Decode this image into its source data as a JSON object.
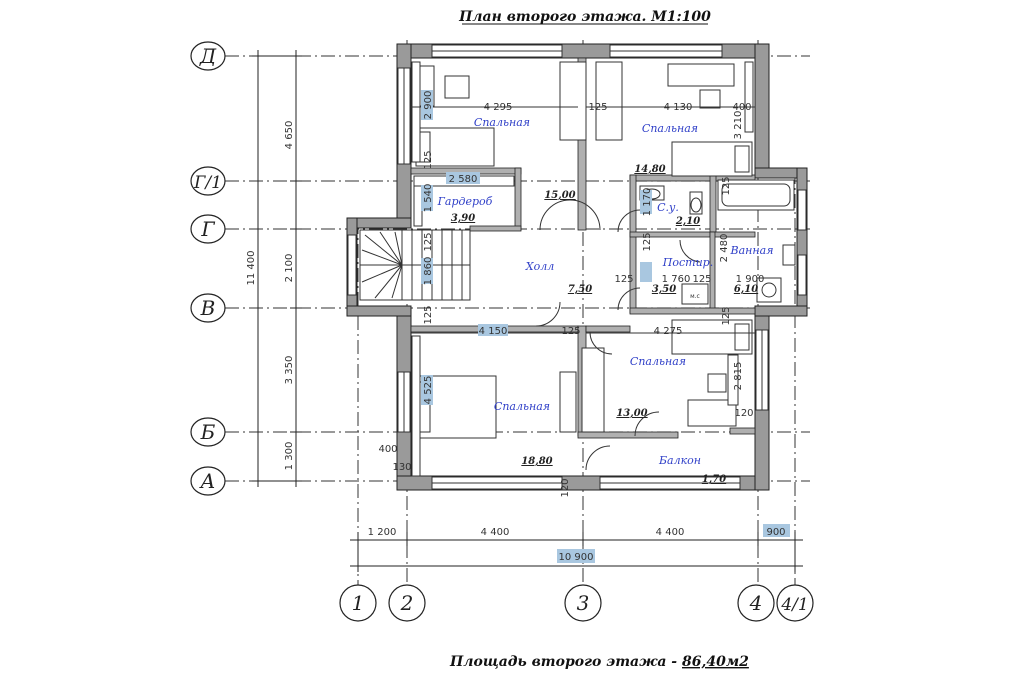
{
  "title": "План второго этажа. М1:100",
  "footer": {
    "label": "Площадь второго этажа - ",
    "value": "86,40м2"
  },
  "axes_rows": [
    "Д",
    "Г/1",
    "Г",
    "В",
    "Б",
    "А"
  ],
  "axes_cols": [
    "1",
    "2",
    "3",
    "4",
    "4/1"
  ],
  "left_dims": {
    "outer": "11 400",
    "segments": [
      "4 650",
      "2 100",
      "3 350",
      "1 300"
    ]
  },
  "bottom_dims": {
    "segments": [
      "1 200",
      "4 400",
      "4 400",
      "900"
    ],
    "total": "10 900"
  },
  "rooms": [
    {
      "name": "Спальная",
      "area": ""
    },
    {
      "name": "Спальная",
      "area": "14,80"
    },
    {
      "name": "Гардероб",
      "area": "3,90"
    },
    {
      "name": "",
      "area": "15,00"
    },
    {
      "name": "С.у.",
      "area": "2,10"
    },
    {
      "name": "Ванная",
      "area": "6,10"
    },
    {
      "name": "Холл",
      "area": "7,50"
    },
    {
      "name": "Постир.",
      "area": "3,50"
    },
    {
      "name": "Спальная",
      "area": "18,80"
    },
    {
      "name": "Спальная",
      "area": "13,00"
    },
    {
      "name": "Балкон",
      "area": "1,70"
    }
  ],
  "inner_dims": [
    "4 295",
    "125",
    "4 130",
    "400",
    "2 900",
    "3 210",
    "125",
    "2 580",
    "1 540",
    "125",
    "1 170",
    "125",
    "2 480",
    "125",
    "1 860",
    "1 760",
    "125",
    "1 900",
    "125",
    "4 150",
    "125",
    "4 275",
    "4 525",
    "2 815",
    "120",
    "400",
    "130",
    "120",
    "125",
    "125",
    "м.с"
  ]
}
